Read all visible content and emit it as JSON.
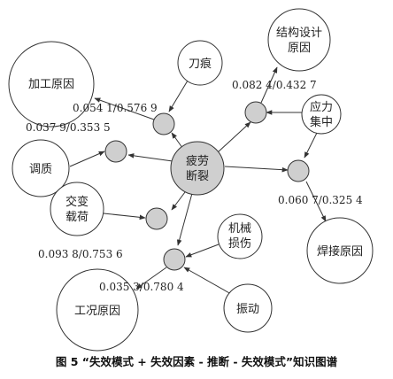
{
  "nodes": {
    "fatigue_fracture": [
      "疲劳",
      "断裂"
    ],
    "structural_design_cause": [
      "结构设计",
      "原因"
    ],
    "stress_concentration": [
      "应力",
      "集中"
    ],
    "machining_cause": [
      "加工原因"
    ],
    "tool_mark": [
      "刀痕"
    ],
    "quenching": [
      "调质"
    ],
    "alternating_load": [
      "交变",
      "载荷"
    ],
    "mechanical_damage": [
      "机械",
      "损伤"
    ],
    "welding_cause": [
      "焊接原因"
    ],
    "working_condition_cause": [
      "工况原因"
    ],
    "vibration": [
      "振动"
    ]
  },
  "edge_labels": {
    "machining": "0.054 1/0.576 9",
    "quenching": "0.037 9/0.353 5",
    "structural_design": "0.082 4/0.432 7",
    "welding": "0.060 7/0.325 4",
    "alternating_load": "0.093 8/0.753 6",
    "working_condition": "0.035 3/0.780 4"
  },
  "caption": "图 5 “失效模式 + 失效因素 - 推断 - 失效模式”知识图谱",
  "colors": {
    "gray_node": "#cfcfcf",
    "stroke": "#333333",
    "white_node": "#ffffff"
  }
}
